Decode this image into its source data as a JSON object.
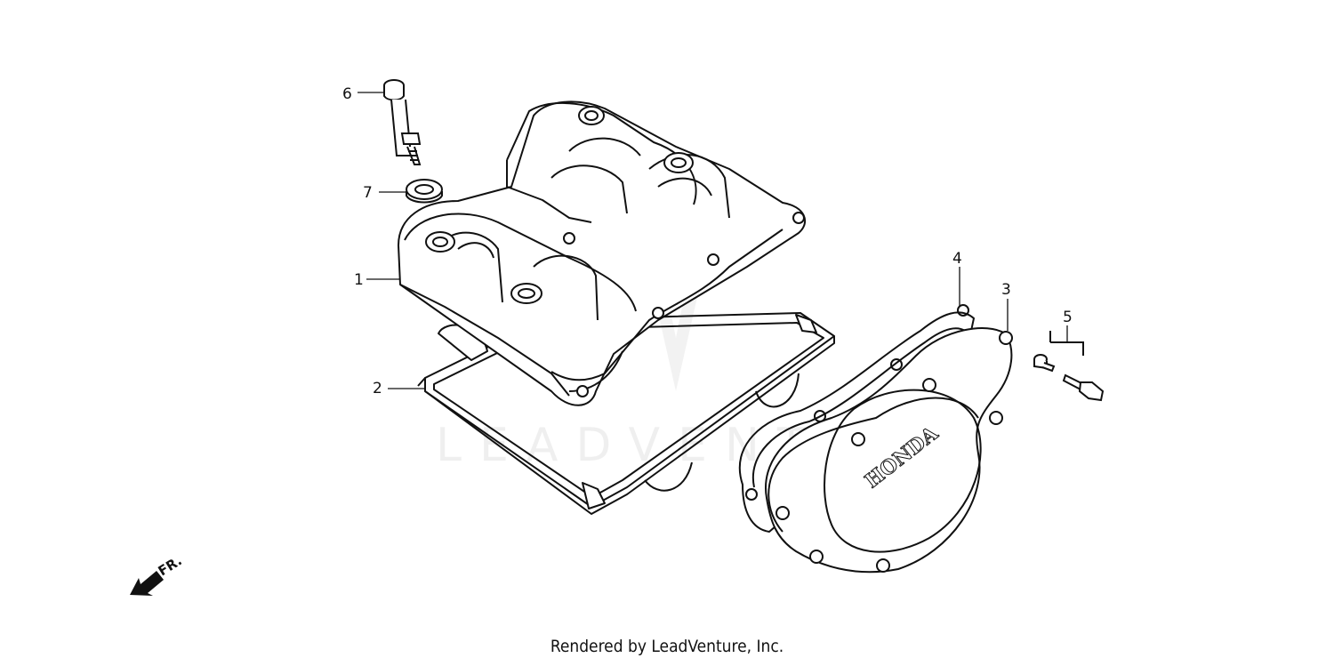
{
  "callouts": [
    {
      "id": "1",
      "label": "1"
    },
    {
      "id": "2",
      "label": "2"
    },
    {
      "id": "3",
      "label": "3"
    },
    {
      "id": "4",
      "label": "4"
    },
    {
      "id": "5",
      "label": "5"
    },
    {
      "id": "6",
      "label": "6"
    },
    {
      "id": "7",
      "label": "7"
    }
  ],
  "brand_mark": "HONDA",
  "direction_label": "FR.",
  "watermark": "LEADVENTURE",
  "footer": {
    "credit": "Rendered by LeadVenture, Inc."
  },
  "colors": {
    "line": "#111111",
    "background": "#ffffff",
    "watermark": "#e6e6e6"
  }
}
